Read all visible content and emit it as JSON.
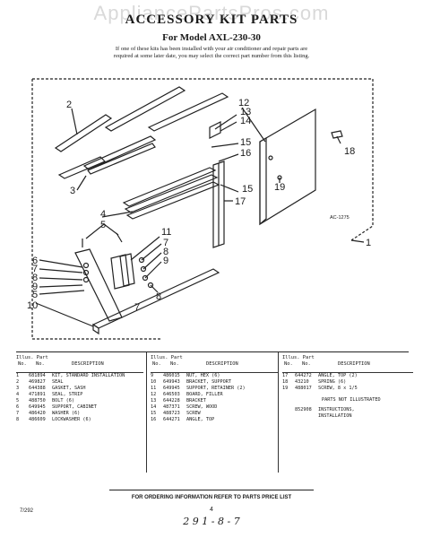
{
  "watermark": "AppliancePartsPros.com",
  "title": "ACCESSORY KIT PARTS",
  "subtitle": "For Model AXL-230-30",
  "intro": [
    "If one of these kits has been installed with your air conditioner and repair parts are",
    "required at some later date, you may select the correct part number from this listing."
  ],
  "figure_code": "AC-1275",
  "callouts": [
    "1",
    "2",
    "3",
    "4",
    "5",
    "6",
    "7",
    "8",
    "9",
    "10",
    "11",
    "12",
    "13",
    "14",
    "15",
    "16",
    "17",
    "18",
    "19"
  ],
  "table": {
    "headers": {
      "illus": "Illus. Part",
      "no": "No.",
      "no2": "No.",
      "description": "DESCRIPTION"
    },
    "col1": [
      {
        "n": "1",
        "p": "681894",
        "d": "KIT, STANDARD INSTALLATION"
      },
      {
        "n": "2",
        "p": "469827",
        "d": "SEAL"
      },
      {
        "n": "3",
        "p": "644388",
        "d": "GASKET, SASH"
      },
      {
        "n": "4",
        "p": "471891",
        "d": "SEAL, STRIP"
      },
      {
        "n": "5",
        "p": "488750",
        "d": "BOLT (6)"
      },
      {
        "n": "6",
        "p": "649945",
        "d": "SUPPORT, CABINET"
      },
      {
        "n": "7",
        "p": "486420",
        "d": "WASHER (6)"
      },
      {
        "n": "8",
        "p": "486609",
        "d": "LOCKWASHER (6)"
      }
    ],
    "col2": [
      {
        "n": "9",
        "p": "486015",
        "d": "NUT, HEX (6)"
      },
      {
        "n": "10",
        "p": "649943",
        "d": "BRACKET, SUPPORT"
      },
      {
        "n": "11",
        "p": "649945",
        "d": "SUPPORT, RETAINER (2)"
      },
      {
        "n": "12",
        "p": "646503",
        "d": "BOARD, FILLER"
      },
      {
        "n": "13",
        "p": "644228",
        "d": "BRACKET"
      },
      {
        "n": "14",
        "p": "487371",
        "d": "SCREW, WOOD"
      },
      {
        "n": "15",
        "p": "488723",
        "d": "SCREW"
      },
      {
        "n": "16",
        "p": "644271",
        "d": "ANGLE, TOP"
      }
    ],
    "col3": [
      {
        "n": "17",
        "p": "644272",
        "d": "ANGLE, TOP (2)"
      },
      {
        "n": "18",
        "p": "43210",
        "d": "SPRING (6)"
      },
      {
        "n": "19",
        "p": "488017",
        "d": "SCREW, 8 x 1/5"
      }
    ],
    "note": "PARTS NOT ILLUSTRATED",
    "note_row": {
      "p": "852908",
      "d1": "INSTRUCTIONS,",
      "d2": "INSTALLATION"
    }
  },
  "footer": "FOR ORDERING INFORMATION REFER TO PARTS PRICE LIST",
  "doc_code": "7/292",
  "page_number": "4",
  "handwriting": "2 9 1 - 8 - 7"
}
